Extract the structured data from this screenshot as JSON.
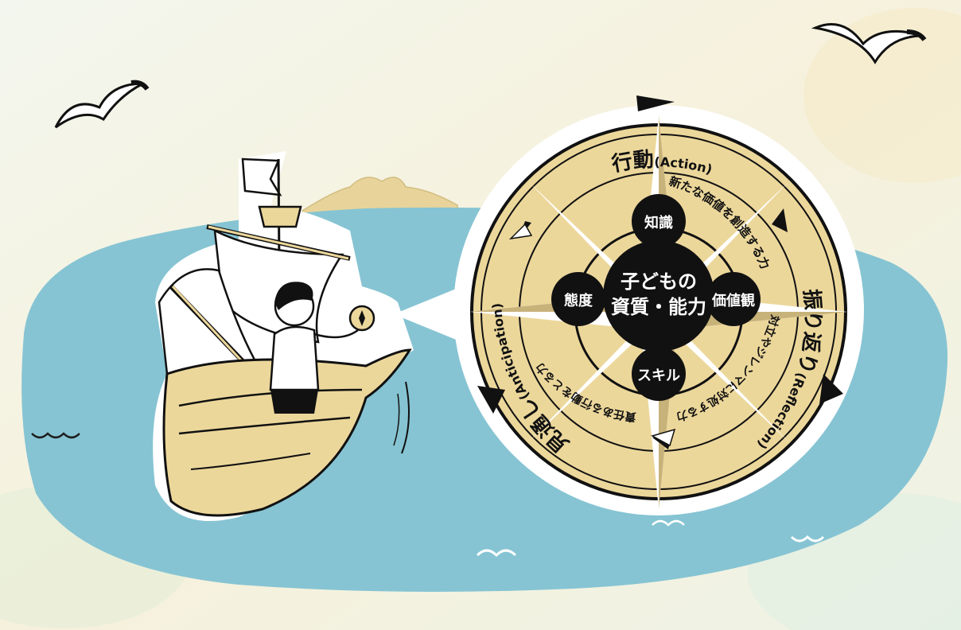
{
  "colors": {
    "sky": "#f4f1de",
    "sea": "#86c4d3",
    "sea_dark": "#6fb3c4",
    "sand": "#ecd79b",
    "ink": "#141414",
    "white": "#ffffff"
  },
  "compass": {
    "outer_top": "行動",
    "outer_top_en": "(Action)",
    "outer_right": "振り返り",
    "outer_right_en": "(Reflection)",
    "outer_left": "見通し",
    "outer_left_en": "(Anticipation)",
    "ring_top_right": "新たな価値を創造する力",
    "ring_bottom_right": "対立やジレンマに対処する力",
    "ring_bottom_left": "責任ある行動をとる力",
    "center_line1": "子どもの",
    "center_line2": "資質・能力",
    "node_top": "知識",
    "node_right": "価値観",
    "node_bottom": "スキル",
    "node_left": "態度"
  }
}
